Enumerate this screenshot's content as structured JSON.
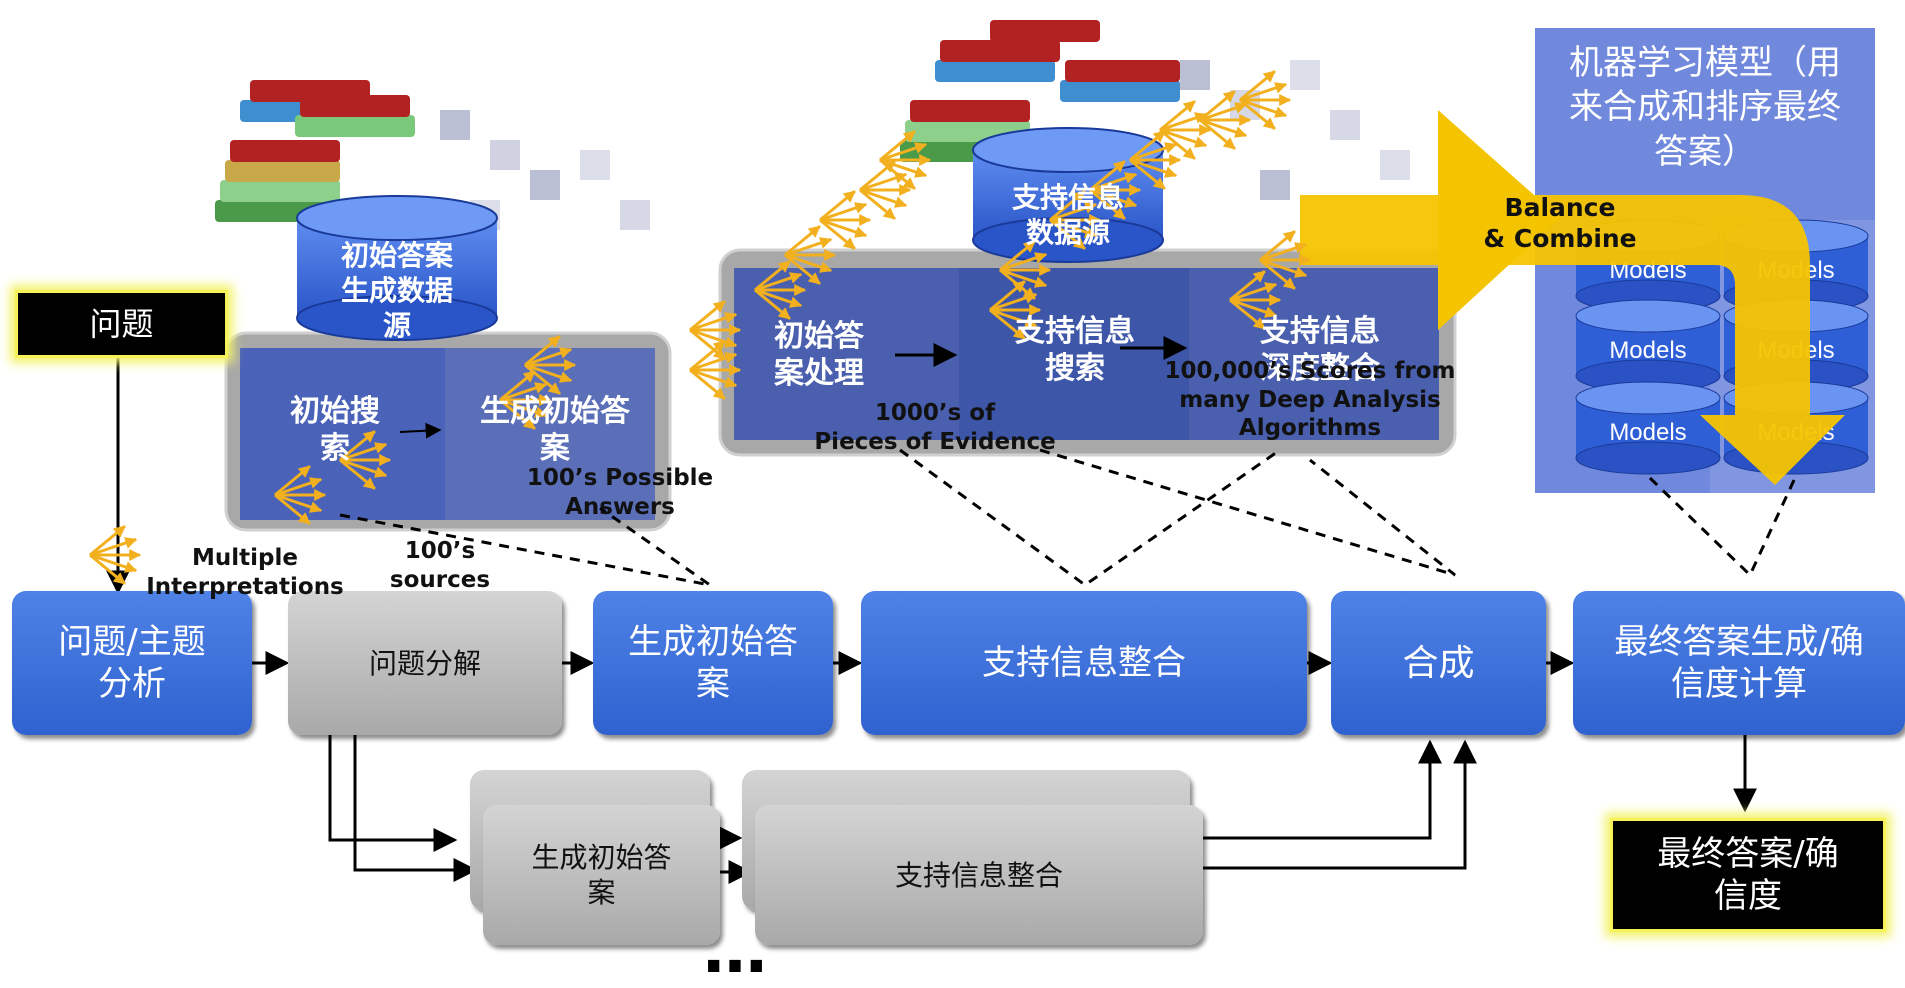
{
  "pipeline": {
    "question_analysis": "问题/主题\n分析",
    "question_decomposition": "问题分解",
    "hypothesis_generation": "生成初始答\n案",
    "evidence_scoring": "支持信息整合",
    "synthesis": "合成",
    "final_confidence": "最终答案生成/确\n信度计算",
    "parallel_hypothesis": "生成初始答\n案",
    "parallel_evidence": "支持信息整合",
    "ellipsis": "…"
  },
  "question_box": "问题",
  "final_answer_box": "最终答案/确\n信度",
  "sources": {
    "answer_sources_db": "初始答案\n生成数据\n源",
    "evidence_sources_db": "支持信息\n数据源"
  },
  "panels": {
    "primary_search": "初始搜\n索",
    "candidate_generation": "生成初始答\n案",
    "answer_processing": "初始答\n案处理",
    "evidence_retrieval": "支持信息\n搜索",
    "deep_evidence": "支持信息\n深度整合"
  },
  "annotations": {
    "multiple_interpretations": "Multiple\nInterpretations",
    "sources_100": "100’s\nsources",
    "possible_answers": "100’s Possible\nAnswers",
    "pieces_of_evidence": "1000’s of\nPieces of Evidence",
    "scores": "100,000’s Scores from\nmany Deep Analysis\nAlgorithms",
    "balance_combine": "Balance\n& Combine"
  },
  "ml": {
    "title": "机器学习模型（用\n来合成和排序最终\n答案）",
    "model_label": "Models"
  },
  "colors": {
    "pipeline_blue": "#3a6fdc",
    "pipeline_gray": "#bdbdbd",
    "arrow_yellow": "#f5c400",
    "fan_yellow": "#f2b01e",
    "ml_panel": "#6f86db",
    "highlight_glow": "#f3f36a"
  }
}
